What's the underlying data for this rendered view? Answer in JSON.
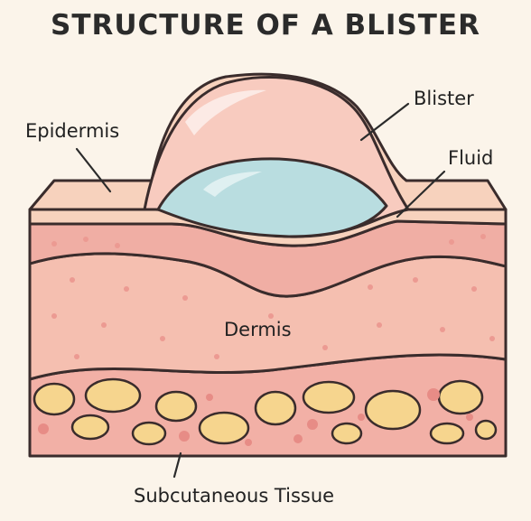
{
  "title": "STRUCTURE OF A BLISTER",
  "labels": {
    "blister": "Blister",
    "epidermis": "Epidermis",
    "fluid": "Fluid",
    "dermis": "Dermis",
    "subcutaneous": "Subcutaneous Tissue"
  },
  "colors": {
    "background": "#fbf4ea",
    "outline": "#3a2c2c",
    "epidermis_fill": "#f7d2bd",
    "blister_fill": "#f8cbbf",
    "fluid_fill": "#b9dde0",
    "dermis_fill": "#f5bfb0",
    "dermis_band": "#f0aea4",
    "subcutaneous_fill": "#f2b0a6",
    "fat_cell_fill": "#f6d58e",
    "dot_color": "#ec9a92"
  }
}
